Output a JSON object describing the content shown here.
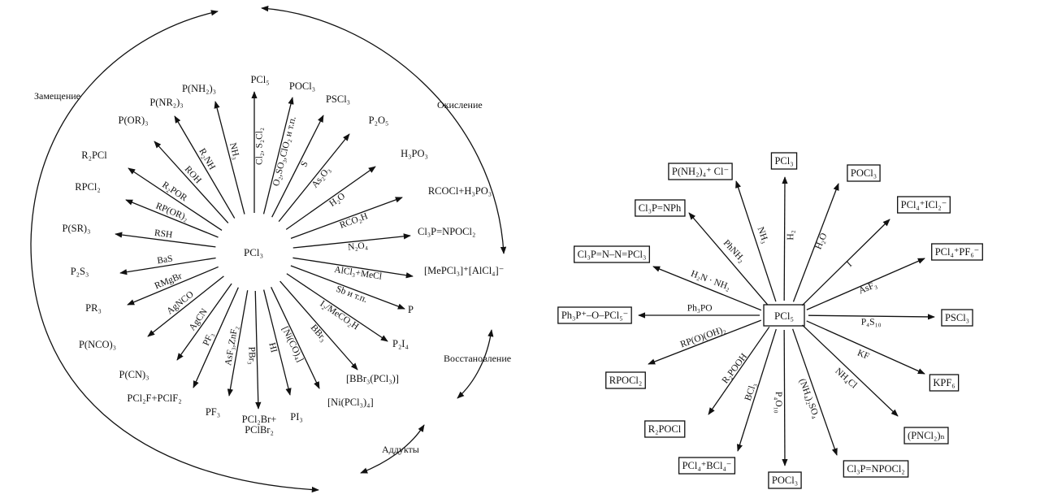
{
  "left": {
    "center": "PCl₃",
    "groups": {
      "substitution": "Замещение",
      "oxidation": "Окисление",
      "reduction": "Восстановление",
      "adducts": "Аддукты"
    },
    "spokes": [
      {
        "product": "PCl₅",
        "reagent": "Cl₂, S₂Cl₂"
      },
      {
        "product": "POCl₃",
        "reagent": "O₂,SO₃,ClO₂ и т.п."
      },
      {
        "product": "PSCl₃",
        "reagent": "S"
      },
      {
        "product": "P₂O₅",
        "reagent": "As₂O₃"
      },
      {
        "product": "H₃PO₃",
        "reagent": "H₂O"
      },
      {
        "product": "RCOCl+H₃PO₃",
        "reagent": "RCO₂H"
      },
      {
        "product": "Cl₃P=NPOCl₂",
        "reagent": "N₂O₄"
      },
      {
        "product": "[MePCl₃]⁺[AlCl₄]⁻",
        "reagent": "AlCl₃+MeCl"
      },
      {
        "product": "P",
        "reagent": "Sb и т.п."
      },
      {
        "product": "P₂I₄",
        "reagent": "I₂/MeCO₂H"
      },
      {
        "product": "[BBr₃(PCl₃)]",
        "reagent": "BBr₃"
      },
      {
        "product": "[Ni(PCl₃)₄]",
        "reagent": "[Ni(CO)₄]"
      },
      {
        "product": "PI₃",
        "reagent": "HI"
      },
      {
        "product": "PCl₂Br+",
        "product2": "PClBr₂",
        "reagent": "PBr₃"
      },
      {
        "product": "PF₃",
        "reagent": "AsF₃,ZnF₂"
      },
      {
        "product": "PCl₂F+PClF₂",
        "reagent": "PF₃"
      },
      {
        "product": "P(CN)₃",
        "reagent": "AgCN"
      },
      {
        "product": "P(NCO)₃",
        "reagent": "AgNCO"
      },
      {
        "product": "PR₃",
        "reagent": "RMgBr"
      },
      {
        "product": "P₂S₃",
        "reagent": "BaS"
      },
      {
        "product": "P(SR)₃",
        "reagent": "RSH"
      },
      {
        "product": "RPCl₂",
        "reagent": "RP(OR)₂"
      },
      {
        "product": "R₂PCl",
        "reagent": "R₂POR"
      },
      {
        "product": "P(OR)₃",
        "reagent": "ROH"
      },
      {
        "product": "P(NR₂)₃",
        "reagent": "R₂NH"
      },
      {
        "product": "P(NH₂)₃",
        "reagent": "NH₃"
      }
    ]
  },
  "right": {
    "center": "PCl₅",
    "spokes": [
      {
        "product": "PCl₃",
        "reagent": "H₂"
      },
      {
        "product": "POCl₃",
        "reagent": "H₂O"
      },
      {
        "product": "PCl₄⁺ICl₂⁻",
        "reagent": "I"
      },
      {
        "product": "PCl₄⁺PF₆⁻",
        "reagent": "AsF₃"
      },
      {
        "product": "PSCl₃",
        "reagent": "P₄S₁₀"
      },
      {
        "product": "KPF₆",
        "reagent": "KF"
      },
      {
        "product": "(PNCl₂)ₙ",
        "reagent": "NH₄Cl"
      },
      {
        "product": "Cl₃P=NPOCl₂",
        "reagent": "(NH₄)₂SO₄"
      },
      {
        "product": "POCl₃",
        "reagent": "P₄O₁₀"
      },
      {
        "product": "PCl₄⁺BCl₄⁻",
        "reagent": "BCl₃"
      },
      {
        "product": "R₂POCl",
        "reagent": "R₂POOH"
      },
      {
        "product": "RPOCl₂",
        "reagent": "RP(O)(OH)₂"
      },
      {
        "product": "Ph₃P⁺–O–PCl₅⁻",
        "reagent": "Ph₃PO"
      },
      {
        "product": "Cl₃P=N–N=PCl₃",
        "reagent": "H₂N · NH₂"
      },
      {
        "product": "Cl₃P=NPh",
        "reagent": "PhNH₂"
      },
      {
        "product": "P(NH₂)₄⁺ Cl⁻",
        "reagent": "NH₃"
      }
    ]
  }
}
